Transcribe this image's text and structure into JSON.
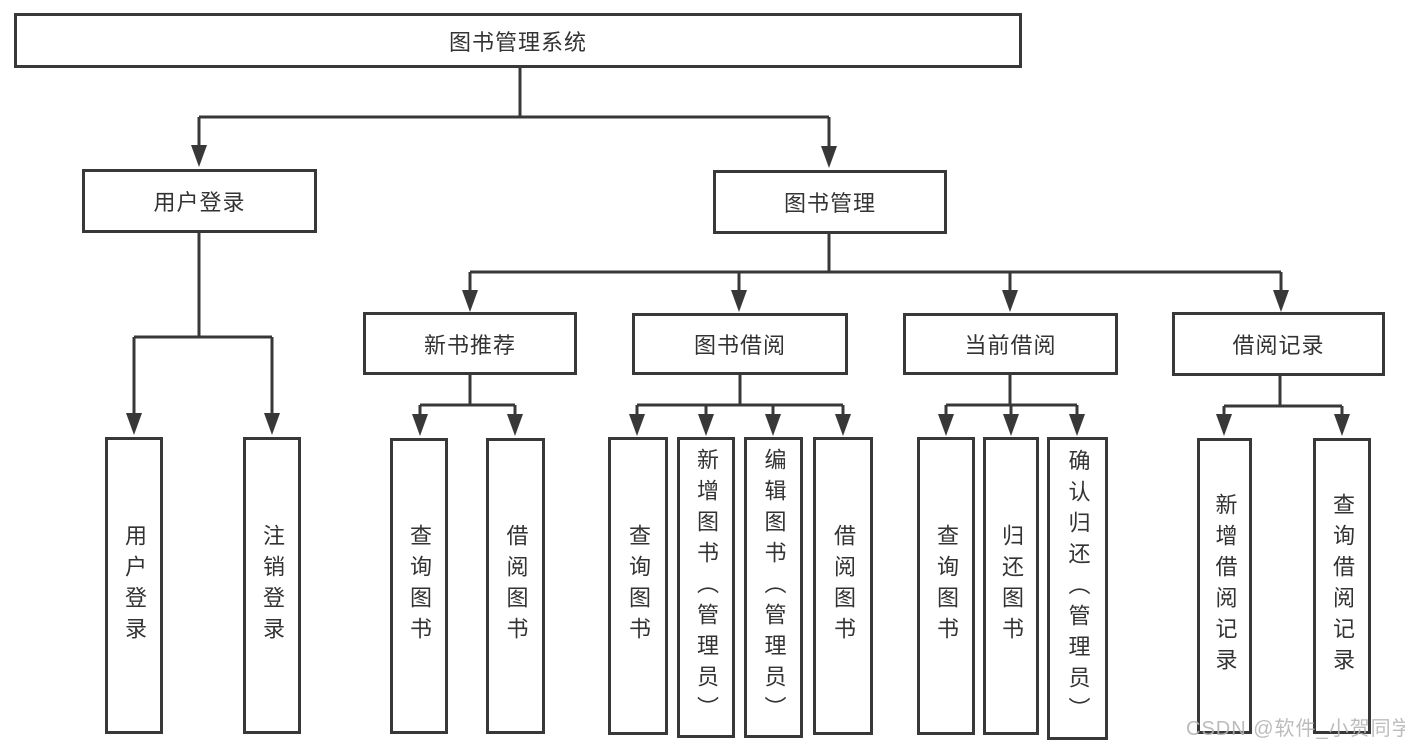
{
  "colors": {
    "line": "#383838",
    "text": "#333333",
    "background": "#ffffff",
    "watermark": "#b5b5b5"
  },
  "watermark": {
    "text": "CSDN @软件_小贺同学"
  },
  "diagram": {
    "root": {
      "label": "图书管理系统"
    },
    "branches": [
      {
        "label": "用户登录",
        "children": [
          {
            "label": "用户登录"
          },
          {
            "label": "注销登录"
          }
        ]
      },
      {
        "label": "图书管理",
        "children": [
          {
            "label": "新书推荐",
            "children": [
              {
                "label": "查询图书"
              },
              {
                "label": "借阅图书"
              }
            ]
          },
          {
            "label": "图书借阅",
            "children": [
              {
                "label": "查询图书"
              },
              {
                "label": "新增图书（管理员）"
              },
              {
                "label": "编辑图书（管理员）"
              },
              {
                "label": "借阅图书"
              }
            ]
          },
          {
            "label": "当前借阅",
            "children": [
              {
                "label": "查询图书"
              },
              {
                "label": "归还图书"
              },
              {
                "label": "确认归还（管理员）"
              }
            ]
          },
          {
            "label": "借阅记录",
            "children": [
              {
                "label": "新增借阅记录"
              },
              {
                "label": "查询借阅记录"
              }
            ]
          }
        ]
      }
    ]
  }
}
